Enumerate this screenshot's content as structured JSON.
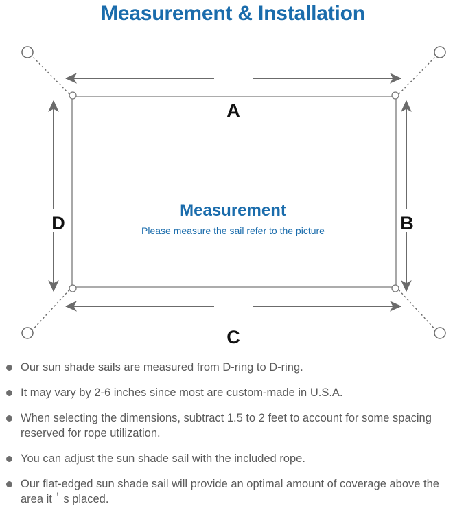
{
  "header": {
    "title": "Measurement & Installation",
    "title_color": "#1a6cac"
  },
  "diagram": {
    "center_title": "Measurement",
    "center_subtitle": "Please measure the sail refer to the picture",
    "dimension_labels": {
      "top": "A",
      "right": "B",
      "bottom": "C",
      "left": "D"
    },
    "line_color": "#6b6b6b",
    "sail_border_color": "#7a7a7a",
    "anchor_count": 4,
    "dring_count": 4
  },
  "notes": [
    {
      "text": "Our sun shade sails are measured from D-ring to D-ring."
    },
    {
      "text": "It may vary by 2-6 inches since most are custom-made in U.S.A."
    },
    {
      "text": "When selecting the dimensions, subtract 1.5 to 2 feet to account for some spacing reserved for rope utilization."
    },
    {
      "text": "You can adjust the sun shade sail with the included rope."
    },
    {
      "text": "Our flat-edged sun shade sail will provide an optimal amount of coverage above the area it＇s placed."
    }
  ]
}
